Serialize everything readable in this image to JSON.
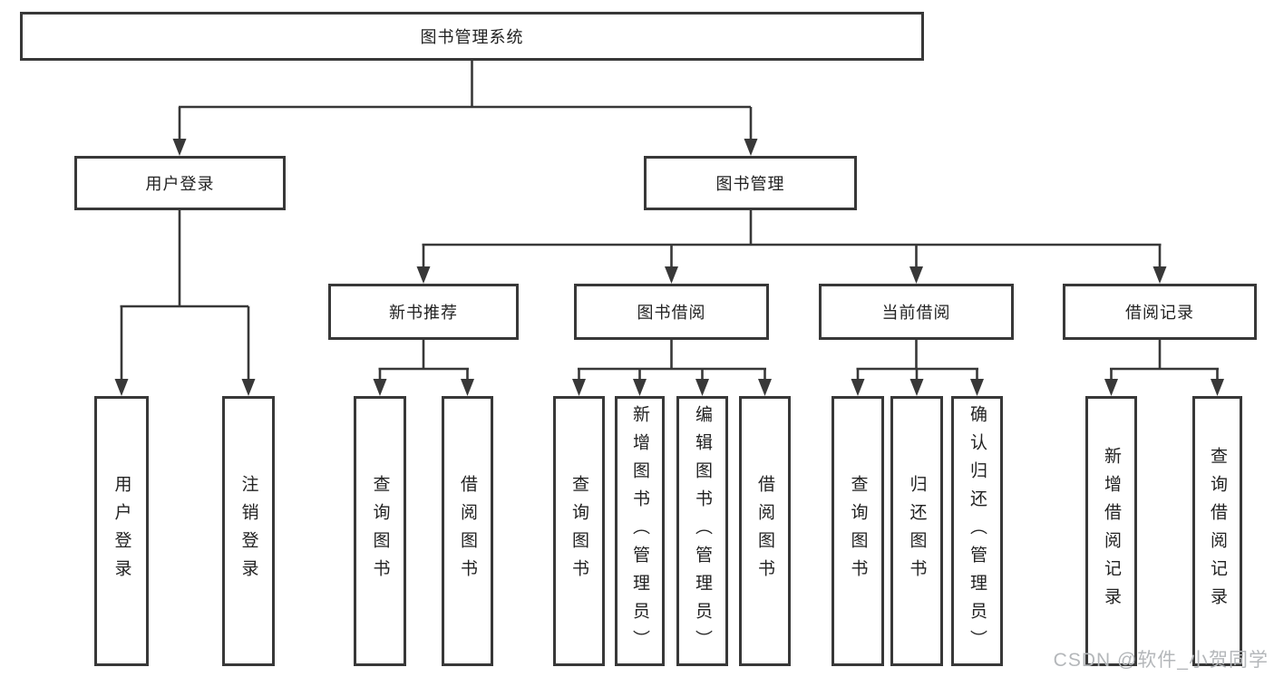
{
  "diagram": {
    "title": "图书管理系统",
    "root": {
      "label": "图书管理系统"
    },
    "level2": [
      {
        "id": "user-login",
        "label": "用户登录"
      },
      {
        "id": "book-management",
        "label": "图书管理"
      }
    ],
    "level3": [
      {
        "id": "new-book-recommendation",
        "label": "新书推荐",
        "parent": "book-management"
      },
      {
        "id": "book-borrowing",
        "label": "图书借阅",
        "parent": "book-management"
      },
      {
        "id": "current-borrowing",
        "label": "当前借阅",
        "parent": "book-management"
      },
      {
        "id": "borrowing-records",
        "label": "借阅记录",
        "parent": "book-management"
      }
    ],
    "leaves": {
      "user_login": [
        {
          "label": "用户登录"
        },
        {
          "label": "注销登录"
        }
      ],
      "new_book": [
        {
          "label": "查询图书"
        },
        {
          "label": "借阅图书"
        }
      ],
      "book_borrow": [
        {
          "label": "查询图书"
        },
        {
          "label": "新增图书（管理员）"
        },
        {
          "label": "编辑图书（管理员）"
        },
        {
          "label": "借阅图书"
        }
      ],
      "current_borrow": [
        {
          "label": "查询图书"
        },
        {
          "label": "归还图书"
        },
        {
          "label": "确认归还（管理员）"
        }
      ],
      "borrow_records": [
        {
          "label": "新增借阅记录"
        },
        {
          "label": "查询借阅记录"
        }
      ]
    }
  },
  "watermark": {
    "text": "CSDN @软件_小贺同学"
  },
  "colors": {
    "line": "#383838",
    "text": "#222222",
    "background": "#ffffff",
    "watermark": "#b4b7ba"
  }
}
